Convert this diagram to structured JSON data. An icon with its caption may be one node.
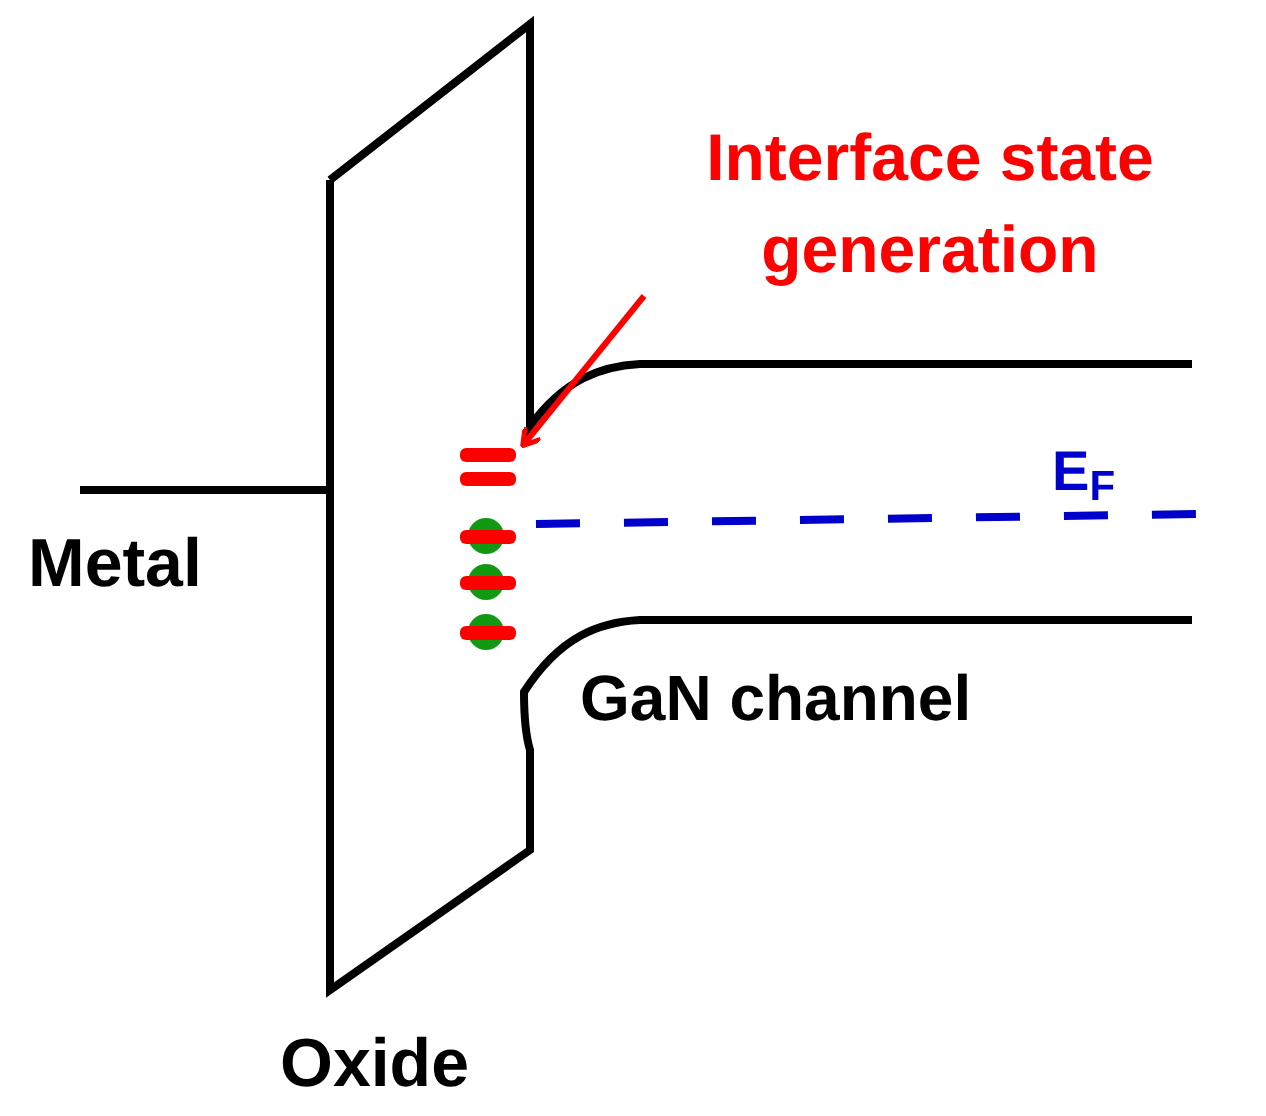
{
  "diagram": {
    "nodes": [
      {
        "text": [
          "Interface state generation"
        ]
      },
      {
        "text": [],
        "shape": "bar"
      }
    ],
    "edges": [
      {
        "from": 0,
        "to": 1,
        "arrow": "to",
        "color": "#ff0000"
      }
    ],
    "labels": [
      "E$_{F}$",
      "Metal",
      "GaN channel",
      "Oxide"
    ]
  }
}
